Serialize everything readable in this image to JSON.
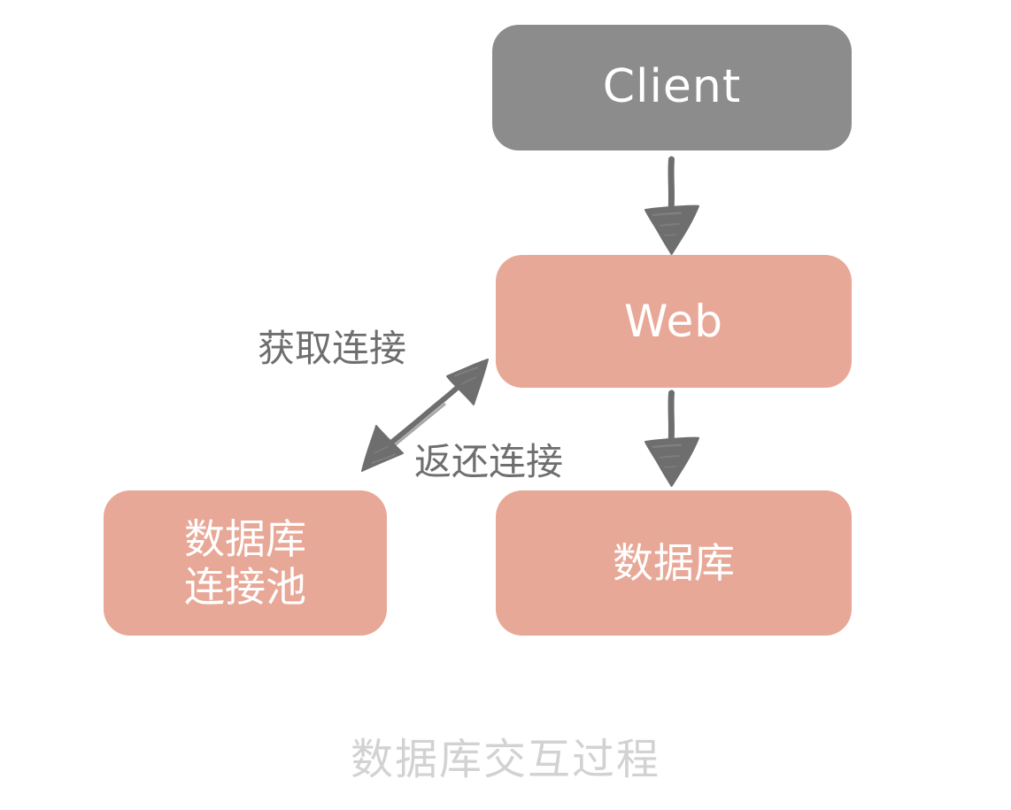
{
  "diagram": {
    "caption": "数据库交互过程",
    "colors": {
      "client_fill": "#8c8c8c",
      "node_fill": "#e8a897",
      "node_text": "#ffffff",
      "arrow": "#6e6e6e",
      "edge_label_text": "#6e6e6e",
      "caption_text": "#d2d2d2",
      "background": "#ffffff"
    },
    "nodes": [
      {
        "id": "client",
        "label": "Client",
        "shape": "rounded-rect",
        "fill": "#8c8c8c"
      },
      {
        "id": "web",
        "label": "Web",
        "shape": "rounded-rect",
        "fill": "#e8a897"
      },
      {
        "id": "dbpool",
        "label": "数据库\n连接池",
        "shape": "rounded-rect",
        "fill": "#e8a897"
      },
      {
        "id": "db",
        "label": "数据库",
        "shape": "rounded-rect",
        "fill": "#e8a897"
      }
    ],
    "edges": [
      {
        "id": "client-to-web",
        "from": "client",
        "to": "web",
        "label": "",
        "style": "sketch-arrow",
        "direction": "down"
      },
      {
        "id": "web-to-db",
        "from": "web",
        "to": "db",
        "label": "",
        "style": "sketch-arrow",
        "direction": "down"
      },
      {
        "id": "web-to-dbpool",
        "from": "web",
        "to": "dbpool",
        "label_acquire": "获取连接",
        "label_release": "返还连接",
        "style": "sketch-arrow",
        "direction": "bidirectional"
      }
    ],
    "edge_labels": {
      "acquire": "获取连接",
      "release": "返还连接"
    }
  }
}
